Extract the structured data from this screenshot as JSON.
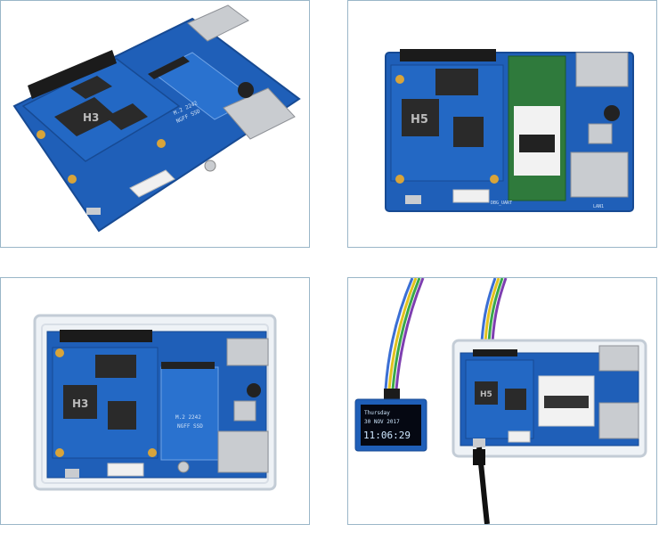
{
  "panels": [
    {
      "id": "board-angled",
      "chip_label": "H3",
      "slot_label_1": "M.2 2242",
      "slot_label_2": "NGFF SSD"
    },
    {
      "id": "board-with-ssd",
      "chip_label": "H5",
      "port_label": "LAN1",
      "uart_label": "DBG_UART"
    },
    {
      "id": "board-in-case",
      "chip_label": "H3",
      "slot_label_1": "M.2 2242",
      "slot_label_2": "NGFF SSD"
    },
    {
      "id": "board-with-oled",
      "chip_label": "H5",
      "oled": {
        "day": "Thursday",
        "date": "30 NOV 2017",
        "time": "11:06:29"
      }
    }
  ],
  "colors": {
    "pcb": "#1f5fb8",
    "pcb_dark": "#174a93",
    "chip": "#2a2a2a",
    "silver": "#c9ccd0",
    "gold": "#d8a43a",
    "oled_text": "#cfe8ff"
  }
}
